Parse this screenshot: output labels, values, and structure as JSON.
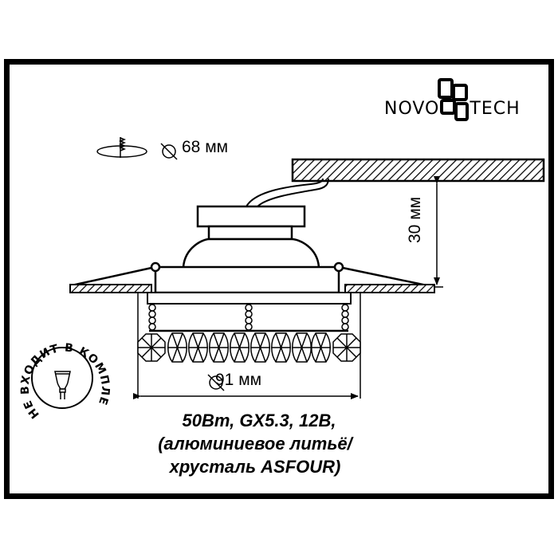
{
  "brand": {
    "name": "NOVOTECH",
    "text_left": "NOVO",
    "text_right": "TECH"
  },
  "dimensions": {
    "cutout_diameter": "68 мм",
    "outer_diameter": "91 мм",
    "recess_depth": "30 мм"
  },
  "badge": {
    "text": "НЕ ВХОДИТ В КОМПЛЕКТ",
    "icon": "mr16-bulb-icon"
  },
  "specs": {
    "line1": "50Вт, GX5.3, 12В,",
    "line2": "(алюминиевое литьё/",
    "line3": "хрусталь ASFOUR)"
  },
  "colors": {
    "line": "#000000",
    "background": "#ffffff"
  }
}
